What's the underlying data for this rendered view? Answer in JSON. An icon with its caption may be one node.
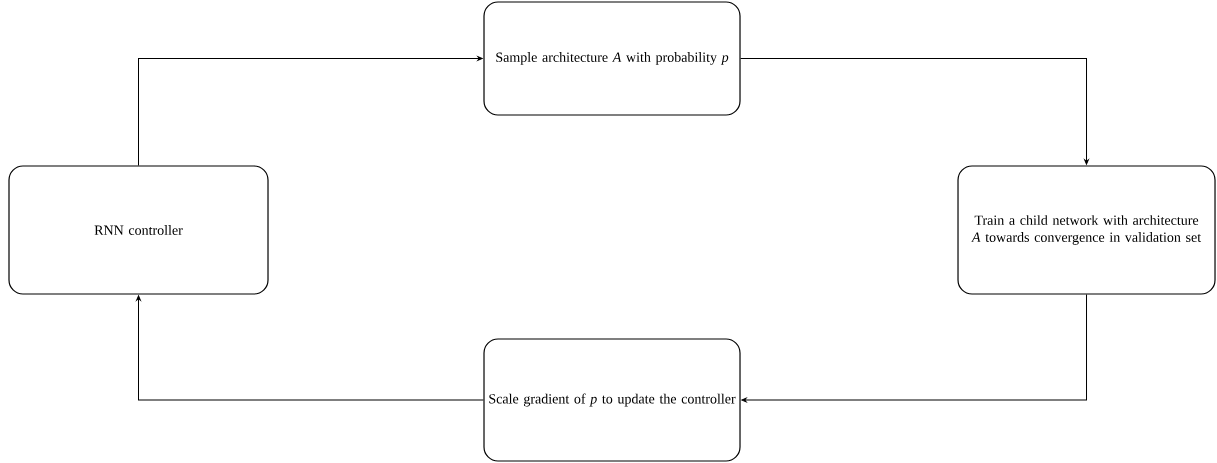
{
  "diagram": {
    "nodes": [
      {
        "text": [
          "RNN controller"
        ]
      },
      {
        "text": [
          "Sample architecture *A* with probability *p*"
        ]
      },
      {
        "text": [
          "Train a child network with architecture *A* towards convergence in validation set"
        ]
      },
      {
        "text": [
          "Scale gradient of *p* to update the controller"
        ]
      }
    ],
    "edges": [
      {
        "from": 0,
        "to": 1,
        "arrow": "to"
      },
      {
        "from": 1,
        "to": 2,
        "arrow": "to"
      },
      {
        "from": 2,
        "to": 3,
        "arrow": "to"
      },
      {
        "from": 3,
        "to": 0,
        "arrow": "to"
      }
    ]
  }
}
